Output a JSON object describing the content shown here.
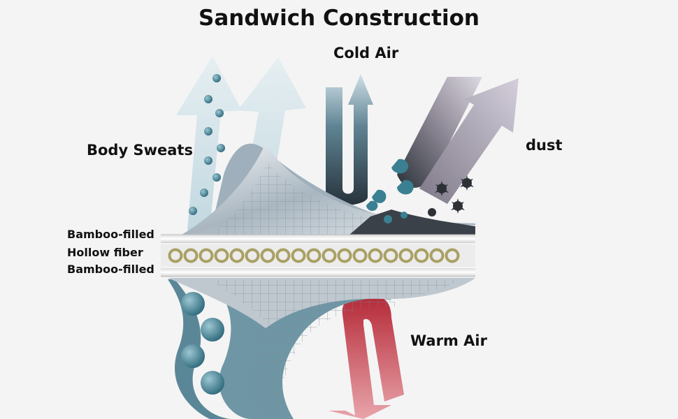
{
  "title": "Sandwich Construction",
  "labels": {
    "cold_air": "Cold Air",
    "body_sweats": "Body Sweats",
    "dust": "dust",
    "warm_air": "Warm Air"
  },
  "layers": [
    "Bamboo-filled",
    "Hollow fiber",
    "Bamboo-filled"
  ],
  "colors": {
    "background": "#f4f4f4",
    "sweat_arrow": "#d3e4ea",
    "droplet": "#3c7a8c",
    "dust_arrow": "#bdb7c4",
    "warm_arrow": "#c03a46",
    "cold_arrow": "#4a6a7c",
    "fiber_ring": "#a9a063"
  }
}
